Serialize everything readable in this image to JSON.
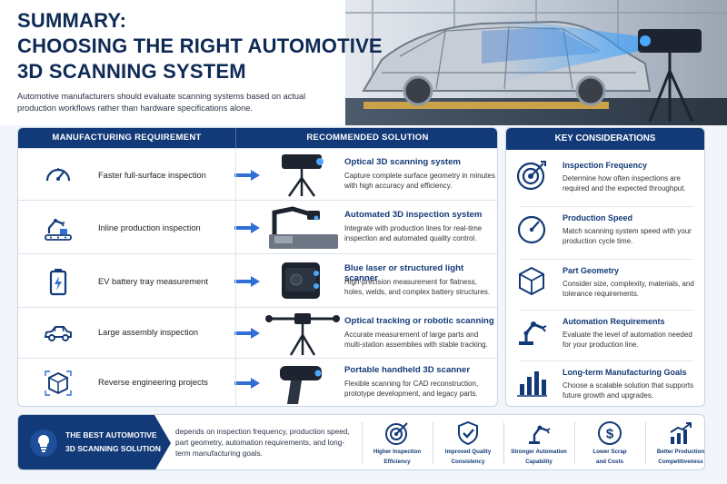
{
  "title_line1": "SUMMARY:",
  "title_line2": "CHOOSING THE RIGHT AUTOMOTIVE",
  "title_line3": "3D SCANNING SYSTEM",
  "intro_line1": "Automotive manufacturers should evaluate scanning systems based on actual",
  "intro_line2": "production workflows rather than hardware specifications alone.",
  "table": {
    "header_requirement": "MANUFACTURING REQUIREMENT",
    "header_solution": "RECOMMENDED SOLUTION",
    "rows": [
      {
        "icon": "speedometer-icon",
        "requirement": "Faster full-surface inspection",
        "solution": "Optical 3D scanning system",
        "description": "Capture complete surface geometry in minutes with high accuracy and efficiency."
      },
      {
        "icon": "robot-arm-icon",
        "requirement": "Inline production inspection",
        "solution": "Automated 3D inspection system",
        "description": "Integrate with production lines for real-time inspection and automated quality control."
      },
      {
        "icon": "battery-icon",
        "requirement": "EV battery tray measurement",
        "solution": "Blue laser or structured light scanner",
        "description": "High-precision measurement for flatness, holes, welds, and complex battery structures."
      },
      {
        "icon": "car-icon",
        "requirement": "Large assembly inspection",
        "solution": "Optical tracking or robotic scanning",
        "description": "Accurate measurement of large parts and multi-station assemblies with stable tracking."
      },
      {
        "icon": "cube-icon",
        "requirement": "Reverse engineering projects",
        "solution": "Portable handheld 3D scanner",
        "description": "Flexible scanning for CAD reconstruction, prototype development, and legacy parts."
      }
    ]
  },
  "key": {
    "header": "KEY CONSIDERATIONS",
    "items": [
      {
        "icon": "target-icon",
        "title": "Inspection Frequency",
        "description": "Determine how often inspections are required and the expected throughput."
      },
      {
        "icon": "gauge-icon",
        "title": "Production Speed",
        "description": "Match scanning system speed with your production cycle time."
      },
      {
        "icon": "cube-outline-icon",
        "title": "Part Geometry",
        "description": "Consider size, complexity, materials, and tolerance requirements."
      },
      {
        "icon": "robot-arm-icon",
        "title": "Automation Requirements",
        "description": "Evaluate the level of automation needed for your production line."
      },
      {
        "icon": "bar-chart-icon",
        "title": "Long-term Manufacturing Goals",
        "description": "Choose a scalable solution that supports future growth and upgrades."
      }
    ]
  },
  "footer": {
    "title_line1": "THE BEST AUTOMOTIVE",
    "title_line2": "3D SCANNING SOLUTION",
    "description": "depends on inspection frequency, production speed, part geometry, automation requirements, and long-term manufacturing goals.",
    "benefits": [
      {
        "icon": "target-icon",
        "line1": "Higher Inspection",
        "line2": "Efficiency"
      },
      {
        "icon": "shield-check-icon",
        "line1": "Improved Quality",
        "line2": "Consistency"
      },
      {
        "icon": "robot-arm-icon",
        "line1": "Stronger Automation",
        "line2": "Capability"
      },
      {
        "icon": "dollar-icon",
        "line1": "Lower Scrap",
        "line2": "and Costs"
      },
      {
        "icon": "growth-chart-icon",
        "line1": "Better Production",
        "line2": "Competitiveness"
      }
    ]
  },
  "colors": {
    "navy": "#123a78",
    "accent_blue": "#2f6fd6",
    "text": "#222222"
  }
}
